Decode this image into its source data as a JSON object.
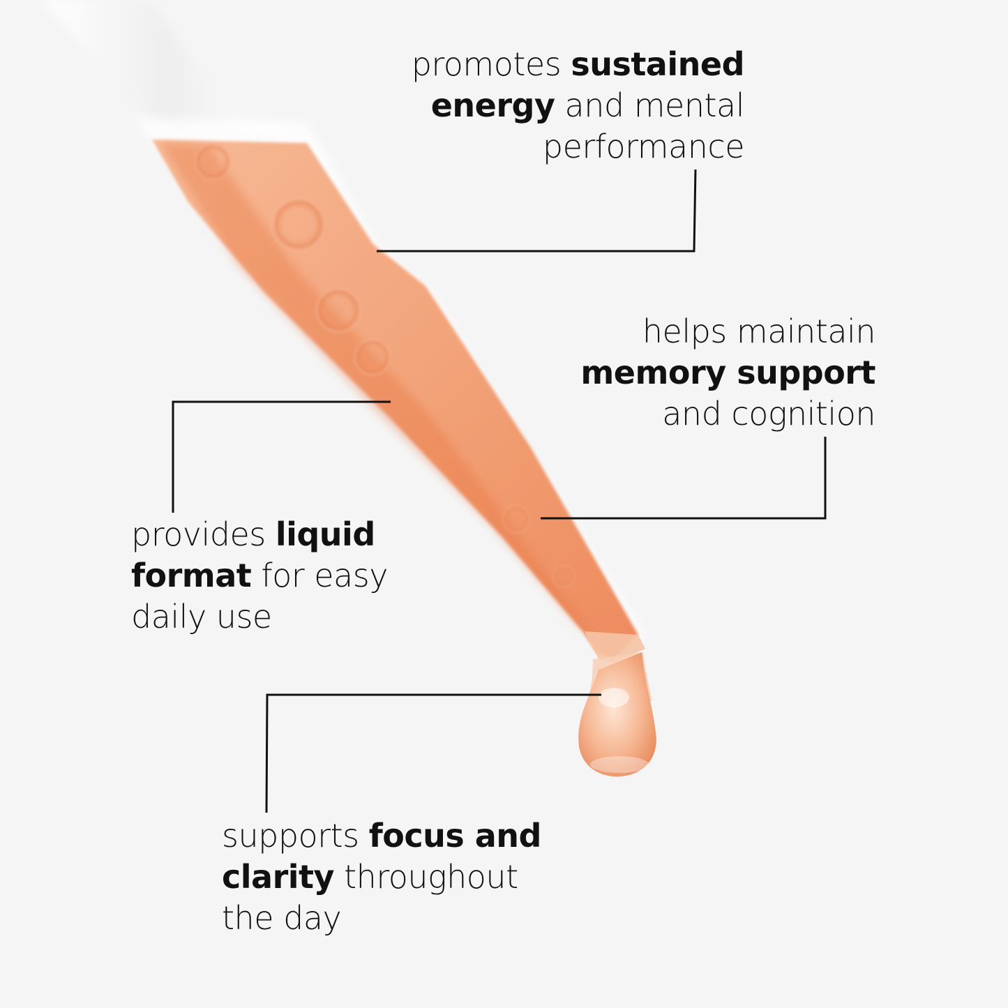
{
  "colors": {
    "background": "#f5f5f5",
    "liquid": "#f29a6c",
    "liquid_dark": "#e9743f",
    "line": "#111111"
  },
  "callouts": [
    {
      "id": "energy",
      "lines": [
        [
          {
            "text": "promotes ",
            "bold": false
          },
          {
            "text": "sustained",
            "bold": true
          }
        ],
        [
          {
            "text": "energy",
            "bold": true
          },
          {
            "text": " and mental",
            "bold": false
          }
        ],
        [
          {
            "text": "performance",
            "bold": false
          }
        ]
      ]
    },
    {
      "id": "memory",
      "lines": [
        [
          {
            "text": "helps maintain",
            "bold": false
          }
        ],
        [
          {
            "text": "memory support",
            "bold": true
          }
        ],
        [
          {
            "text": "and cognition",
            "bold": false
          }
        ]
      ]
    },
    {
      "id": "liquid",
      "lines": [
        [
          {
            "text": "provides ",
            "bold": false
          },
          {
            "text": "liquid",
            "bold": true
          }
        ],
        [
          {
            "text": "format",
            "bold": true
          },
          {
            "text": " for easy",
            "bold": false
          }
        ],
        [
          {
            "text": "daily use",
            "bold": false
          }
        ]
      ]
    },
    {
      "id": "focus",
      "lines": [
        [
          {
            "text": "supports ",
            "bold": false
          },
          {
            "text": "focus and",
            "bold": true
          }
        ],
        [
          {
            "text": "clarity",
            "bold": true
          },
          {
            "text": " throughout",
            "bold": false
          }
        ],
        [
          {
            "text": "the day",
            "bold": false
          }
        ]
      ]
    }
  ]
}
